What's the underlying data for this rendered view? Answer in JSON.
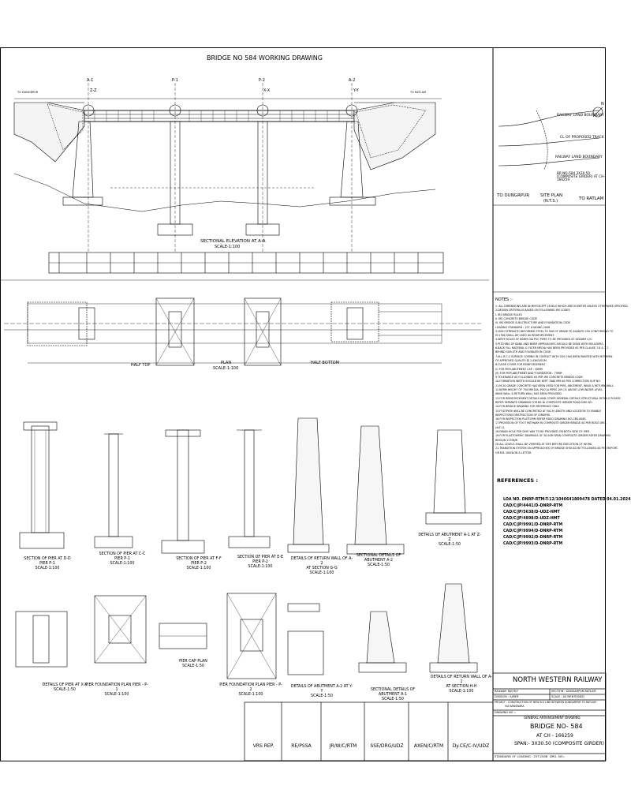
{
  "drawing": {
    "main_title": "BRIDGE NO 584 WORKING DRAWING",
    "elevation_title": "SECTIONAL ELEVATION AT A-A",
    "elevation_scale": "SCALE-1:100",
    "plan_title": "PLAN",
    "plan_scale": "SCALE-1:100",
    "half_top": "HALF TOP",
    "half_bottom": "HALF BOTTOM",
    "grid_markers": [
      "A-1",
      "P-1",
      "P-2",
      "A-2"
    ],
    "section_markers": [
      "Z-Z",
      "X-X",
      "Y-Y"
    ],
    "end_labels": {
      "left": "TO DUNGRPUR",
      "right": "TO RATLAM"
    }
  },
  "site_plan": {
    "title": "SITE PLAN",
    "subtitle": "(N.T.S.)",
    "to_left": "TO DUNGRPUR",
    "to_right": "TO RATLAM",
    "labels": [
      "RAILWAY LAND BOUNDARY",
      "CL OF PROPOSED TRACK",
      "RAILWAY LAND BOUNDARY",
      "BR NO-584 3X30.50 (COMPOSITE GIRDER) AT CH- 166259"
    ],
    "north": "N"
  },
  "notes": {
    "heading": "NOTES :-",
    "lines": [
      "1. ALL DIMENSIONS ARE IN MM EXCEPT LEVELS WHICH ARE IN METER UNLESS OTHERWISE SPECIFIED.",
      "2.DESIGN CRITERIA IS BASED ON FOLLOWING IRS CODES",
      "   I. IRS BRIDGE RULES",
      "   II. IRS CONCRETE BRIDGE CODE",
      "   III. IRS BRIDGE SUB-STRUCTURE AND FOUNDATION CODE",
      "   LOADING STANDARD : 25T LOADING 2008",
      "3.HIGH STRENGTH DEFORMED STEEL FE 500 OF GRADE FE-500D/FE-550 CONFORMING TO",
      "   IS:1786 SHALL BE USED AS REINFORCEMENT.",
      "4.WEEP HOLES OF 80MM DIA PVC PIPES TO BE PROVIDED AT 1000MM C/C.",
      "5.PITCHING OF BANK AND BERM APPROACHES SHOULD BE DONE WITH BOULDERS.",
      "6.BACK FILL MATERIAL & FILTER MEDIA HAS BEEN PROVIDED AS PER CLAUSE 7.8 & 7.7.",
      "   BEHIND SUB-STR AND FOUNDATION CODE.",
      "7.ALL R.C.C SURFACE COMING IN CONTACT WITH SOIL HAS BEEN PAINTED WITH BITUMEN.",
      "   OF APPROVED QUALITY @ 1.45KG/SQM.",
      "8.CLEAR COVER FOR REINFORCEMENT",
      "   (I) FOR PIER,ABUTMENT CAP : 50MM",
      "   (II) FOR PIER,ABUTMENT AND FOUNDATION : 75MM",
      "9.TOLERANCE AS FOLLOWED AS PER IRS CONCRETE BRIDGE CODE.",
      "10.FORMATION WIDTH SHOULD BE KEPT 7060 MM AS PER CORRECTION SLIP NO.",
      "11.M-30 GRADE CONCRETE HAS BEEN USED FOR PIER, ABUTMENT, WING & RETURN WALL.",
      "12.BERM HEIGHT OF 750 MM DIA. PUCCA PIPES 1M C/C ABOVE LOW WATER LEVEL.",
      "   WING WALL & RETURN WALL HAS BEEN PROVIDED.",
      "13.FOR REINFORCEMENT DETAILS AND OTHER GENERAL DETAILS STRUCTURAL DETAILS PLEASE",
      "   REFER SEPARATE DRAWING FOR BS-NI COMPOSITE GIRDER ROAD DRG NO.",
      "14.FOR BRIDGE DRAWING FOR REFERENCE ONLY.",
      "15.FOOTPATH WILL BE CONCRETED AT SUCH LENGTH AND LOCATION TO ENABLE",
      "   INSPECTION/CONSTRUCTION OF GIRDERS.",
      "16.FOR INSPECTION PLATFORM REFER RDSO DRAWING NO-CBS-0063.",
      "17.PROVISION OF FOOT PATHWAY IN COMPOSITE GIRDER BRIDGE AS PER RDSO DRG.",
      "   (ALT-1).",
      "18.DRAIN HOLE FOR DIVE WAY TO BE PROVIDED ON BOTH SIDE OF PIER.",
      "19.FOR ELASTOMERIC BEARINGS OF 30.50M SPAN COMPOSITE GIRDER REFER DRAWING",
      "   RDSO/B-11796/R.",
      "20.ALL LEVELS SHALL BE VERIFIED AT SITE BEFORE EXECUTION OF WORK.",
      "21.TRANSITION SYSTEM ON APPROACHES OF BRIDGE SHOULD BE FOLLOWED AS PER REPORT.",
      "   OR R.B. DIVISION & LETTER."
    ]
  },
  "references": {
    "heading": "REFERENCES :",
    "lines": [
      "LOA NO. DNRP-RTM-T-12/1040641809478 DATED 04.01.2024",
      "CAD/C/JP/4441/D-DNRP-RTM",
      "CAD/C/JP/5638/D-UDZ-HMT",
      "CAD/C/JP/4898/D-UDZ-HMT",
      "CAD/C/JP/9991/D-DNRP-RTM",
      "CAD/C/JP/9994/D-DNRP-RTM",
      "CAD/C/JP/9992/D-DNRP-RTM",
      "CAD/C/JP/9993/D-DNRP-RTM"
    ]
  },
  "details_row1": [
    {
      "title": "SECTION OF PIER AT D-D",
      "sub": "PIER P-1",
      "scale": "SCALE-1:100"
    },
    {
      "title": "SECTION OF PIER AT C-C",
      "sub": "PIER P-1",
      "scale": "SCALE-1:100"
    },
    {
      "title": "SECTION OF PIER AT F-F",
      "sub": "PIER P-2",
      "scale": "SCALE-1:100"
    },
    {
      "title": "SECTION OF PIER AT E-E",
      "sub": "PIER P-2",
      "scale": "SCALE-1:100"
    },
    {
      "title": "DETAILS OF RETURN WALL OF A-2",
      "sub": "AT SECTION G-G",
      "scale": "SCALE-1:100"
    },
    {
      "title": "SECTIONAL DETAILS OF ABUTMENT A-2",
      "sub": "",
      "scale": "SCALE-1:50"
    },
    {
      "title": "DETAILS OF ABUTMENT A-1 AT Z-Z",
      "sub": "",
      "scale": "SCALE-1:50"
    }
  ],
  "details_row2": [
    {
      "title": "DETAILS OF PIER AT X-X",
      "sub": "",
      "scale": "SCALE-1:50"
    },
    {
      "title": "PIER FOUNDATION PLAN PIER - P-1",
      "sub": "",
      "scale": "SCALE-1:100"
    },
    {
      "title": "PIER CAP PLAN",
      "sub": "",
      "scale": "SCALE-1:50"
    },
    {
      "title": "PIER FOUNDATION PLAN PIER - P-2",
      "sub": "",
      "scale": "SCALE-1:100"
    },
    {
      "title": "DETAILS OF ABUTMENT A-2 AT Y-Y",
      "sub": "",
      "scale": "SCALE-1:50"
    },
    {
      "title": "SECTIONAL DETAILS OF ABUTMENT A-1",
      "sub": "",
      "scale": "SCALE-1:50"
    },
    {
      "title": "DETAILS OF RETURN WALL OF A-1",
      "sub": "AT SECTION H-H",
      "scale": "SCALE-1:100"
    }
  ],
  "signatures": [
    "VRS REP.",
    "RE/PSSA",
    "JR/W/C/RTM",
    "SSE/DRG/UDZ",
    "AXEN/C/RTM",
    "Dy.CE/C-IV/UDZ"
  ],
  "title_block": {
    "railway": "NORTH WESTERN RAILWAY",
    "row1_left": "RAILWAY: NW RLY",
    "row1_right": "SECTION : DUNGARPUR-RATLAM",
    "row2_left": "DIVISION : AJMER",
    "row2_right": "SCALE : AS MENTIONED",
    "project": "PROJECT : CONSTRUCTION OF NEW B.G LINE BETWEEN DUNGARPUR TO RATLAM",
    "project2": "VIA BANSWARA",
    "drawing_no": "DRAWING NO :-",
    "drawing_type": "GENERAL ARRANGEMENT DRAWING",
    "bridge": "BRIDGE NO- 584",
    "chainage": "AT CH - 166259",
    "span": "SPAN:- 3X30.50 (COMPOSITE GIRDER)",
    "standard": "STANDARD OF LOADING : 25T-2008",
    "drg_no": "DRG. NO:-"
  }
}
